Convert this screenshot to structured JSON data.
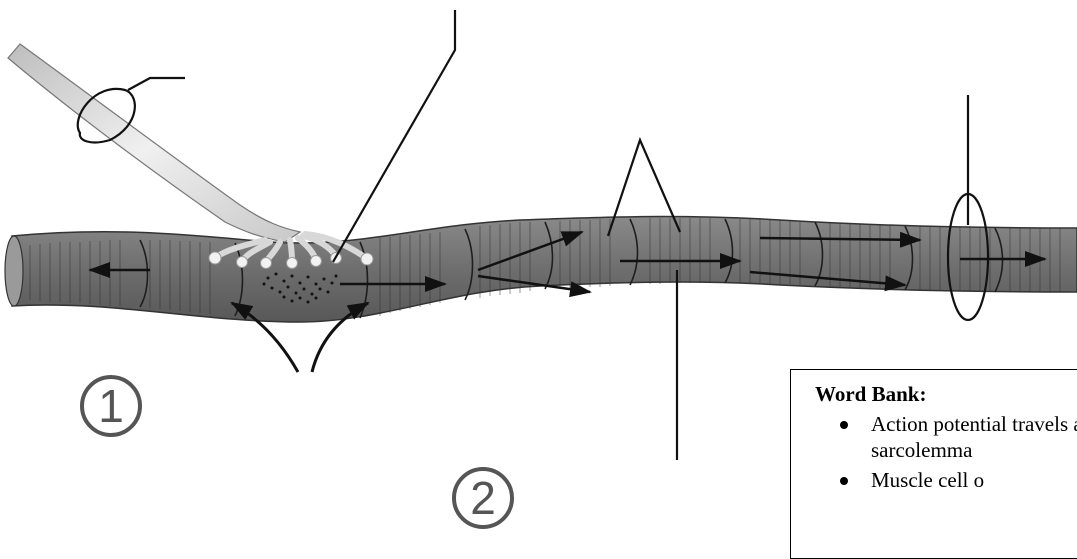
{
  "steps": [
    "1",
    "2"
  ],
  "word_bank": {
    "title": "Word Bank:",
    "items": [
      "Action potential travels along sarcolemma",
      "Muscle cell o"
    ]
  }
}
